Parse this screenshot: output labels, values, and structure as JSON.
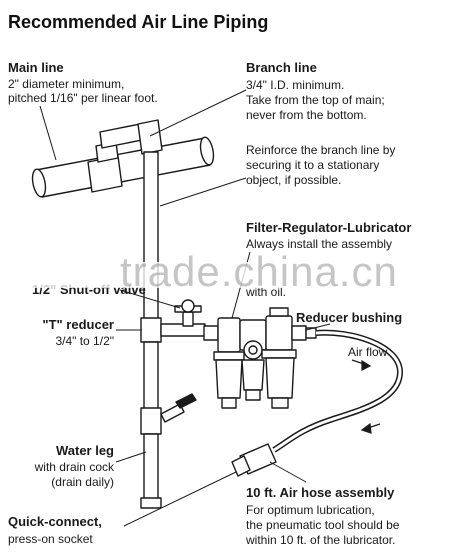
{
  "title": "Recommended Air Line Piping",
  "main_line": {
    "heading": "Main line",
    "lines": [
      "2\" diameter minimum,",
      "pitched 1/16\" per linear foot."
    ]
  },
  "branch_line": {
    "heading": "Branch line",
    "lines": [
      "3/4\" I.D. minimum.",
      "Take from the top of main;",
      "never from the bottom."
    ]
  },
  "reinforce": {
    "lines": [
      "Reinforce the branch line by",
      "securing it to a stationary",
      "object, if possible."
    ]
  },
  "frl": {
    "heading": "Filter-Regulator-Lubricator",
    "lines": [
      "Always install the assembly",
      "with oil."
    ]
  },
  "shutoff": {
    "label": "1/2\" Shut-off valve"
  },
  "t_reducer": {
    "heading": "\"T\" reducer",
    "lines": [
      "3/4\" to 1/2\""
    ]
  },
  "reducer_bushing": {
    "heading": "Reducer bushing"
  },
  "air_flow": {
    "label": "Air flow"
  },
  "water_leg": {
    "heading": "Water leg",
    "lines": [
      "with drain cock",
      "(drain daily)"
    ]
  },
  "hose": {
    "heading": "10 ft. Air hose assembly",
    "lines": [
      "For optimum lubrication,",
      "the pneumatic tool should be",
      "within 10 ft. of the lubricator."
    ]
  },
  "quick_connect": {
    "heading": "Quick-connect,",
    "lines": [
      "press-on socket"
    ]
  },
  "watermark": "trade.china.cn",
  "colors": {
    "ink": "#1a1a1a",
    "pipe_fill": "#ffffff",
    "watermark": "#969696"
  }
}
